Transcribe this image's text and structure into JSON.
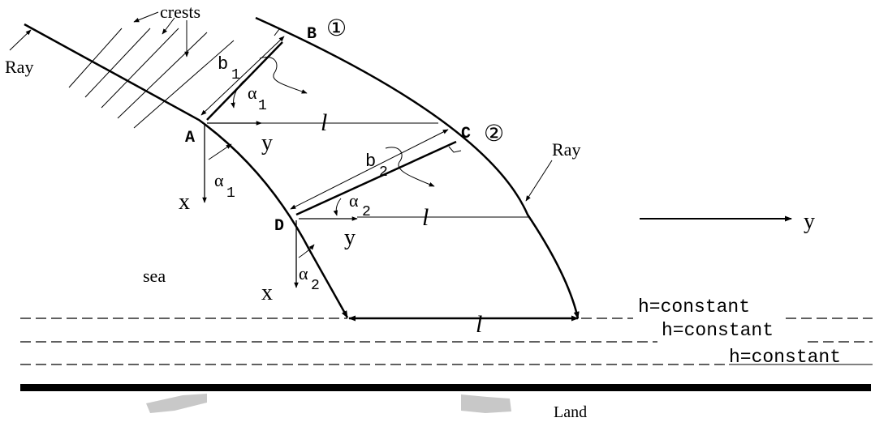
{
  "labels": {
    "crests": "crests",
    "ray_left": "Ray",
    "ray_right": "Ray",
    "point_a": "A",
    "point_b": "B",
    "point_c": "C",
    "point_d": "D",
    "orth_1": "①",
    "orth_2": "②",
    "b1_base": "b",
    "b1_sub": "1",
    "b2_base": "b",
    "b2_sub": "2",
    "alpha": "α",
    "sub_1": "1",
    "sub_2": "2",
    "ell": "l",
    "x": "x",
    "y": "y",
    "sea": "sea",
    "land": "Land",
    "depth_contour": "h=constant"
  },
  "colors": {
    "ink": "#000000",
    "land_arrow": "#c8c8c8"
  }
}
